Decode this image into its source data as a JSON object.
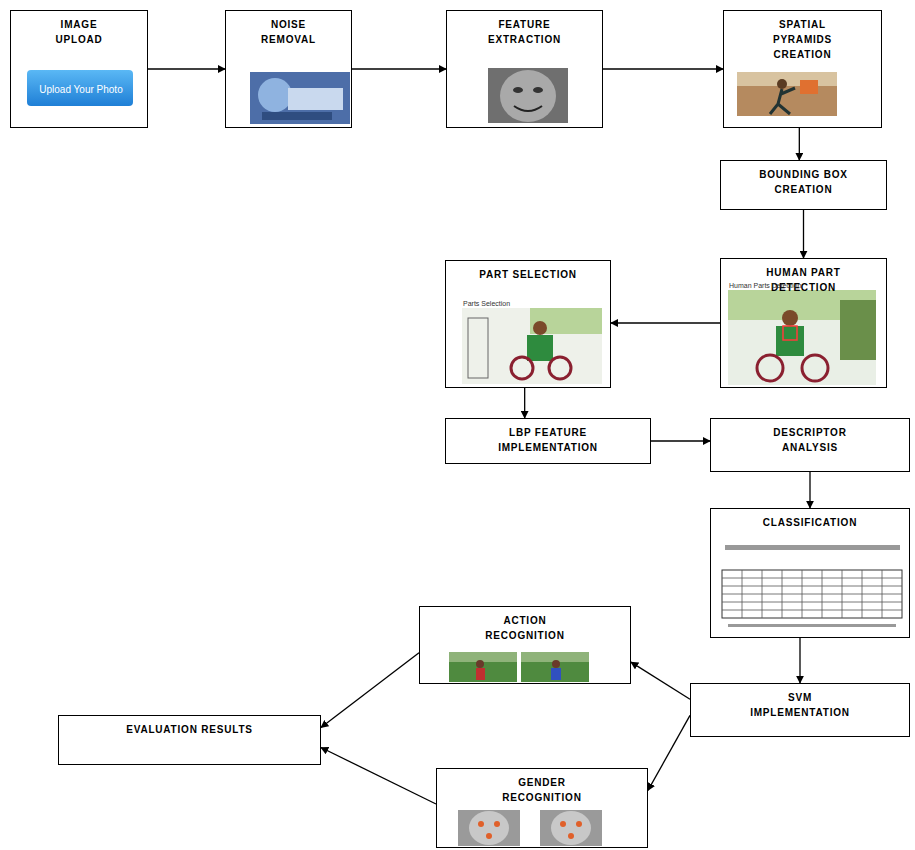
{
  "diagram": {
    "nodes": [
      {
        "text": [
          "IMAGE UPLOAD",
          "Upload Your Photo"
        ]
      },
      {
        "text": [
          "NOISE REMOVAL"
        ]
      },
      {
        "text": [
          "FEATURE EXTRACTION"
        ]
      },
      {
        "text": [
          "SPATIAL PYRAMIDS CREATION"
        ]
      },
      {
        "text": [
          "BOUNDING BOX CREATION"
        ]
      },
      {
        "text": [
          "HUMAN PART DETECTION",
          "Human Parts Detection"
        ]
      },
      {
        "text": [
          "PART SELECTION",
          "Parts Selection"
        ]
      },
      {
        "text": [
          "LBP FEATURE IMPLEMENTATION"
        ]
      },
      {
        "text": [
          "DESCRIPTOR ANALYSIS"
        ]
      },
      {
        "text": [
          "CLASSIFICATION"
        ]
      },
      {
        "text": [
          "SVM IMPLEMENTATION"
        ]
      },
      {
        "text": [
          "ACTION RECOGNITION"
        ]
      },
      {
        "text": [
          "GENDER RECOGNITION"
        ]
      },
      {
        "text": [
          "EVALUATION RESULTS"
        ]
      }
    ],
    "edges": [
      {
        "from": 0,
        "to": 1,
        "arrow": "to"
      },
      {
        "from": 1,
        "to": 2,
        "arrow": "to"
      },
      {
        "from": 2,
        "to": 3,
        "arrow": "to"
      },
      {
        "from": 3,
        "to": 4,
        "arrow": "to"
      },
      {
        "from": 4,
        "to": 5,
        "arrow": "to"
      },
      {
        "from": 5,
        "to": 6,
        "arrow": "to"
      },
      {
        "from": 6,
        "to": 7,
        "arrow": "to"
      },
      {
        "from": 7,
        "to": 8,
        "arrow": "to"
      },
      {
        "from": 8,
        "to": 9,
        "arrow": "to"
      },
      {
        "from": 9,
        "to": 10,
        "arrow": "to"
      },
      {
        "from": 10,
        "to": 11,
        "arrow": "to"
      },
      {
        "from": 10,
        "to": 12,
        "arrow": "to"
      },
      {
        "from": 11,
        "to": 13,
        "arrow": "to"
      },
      {
        "from": 12,
        "to": 13,
        "arrow": "to"
      }
    ]
  }
}
